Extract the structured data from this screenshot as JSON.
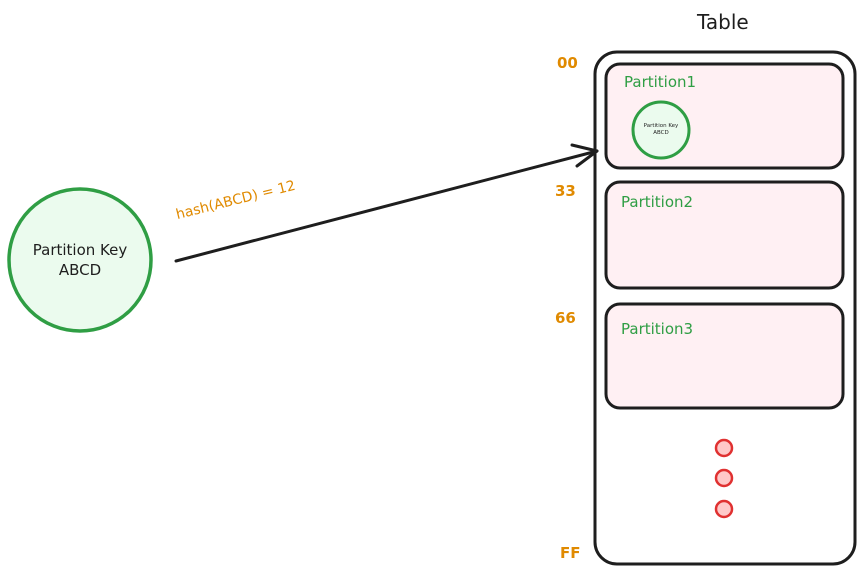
{
  "table": {
    "title": "Table"
  },
  "hash_range": {
    "start": "00",
    "mark1": "33",
    "mark2": "66",
    "end": "FF"
  },
  "partitions": [
    {
      "label": "Partition1"
    },
    {
      "label": "Partition2"
    },
    {
      "label": "Partition3"
    }
  ],
  "partition_key": {
    "line1": "Partition Key",
    "line2": "ABCD"
  },
  "stored_key": {
    "line1": "Partition Key",
    "line2": "ABCD"
  },
  "hash_expression": "hash(ABCD) = 12",
  "colors": {
    "stroke": "#1e1e1e",
    "key_circle_stroke": "#2f9e44",
    "key_circle_fill": "#ebfbee",
    "partition_fill": "#fff0f3",
    "hash_text": "#e08a00",
    "partition_text": "#2f9e44",
    "more_dots_fill": "#ffc9c9",
    "more_dots_stroke": "#e03131"
  },
  "more_partitions_indicator": {
    "icon": "ellipsis-vertical-dots",
    "count": 3
  }
}
